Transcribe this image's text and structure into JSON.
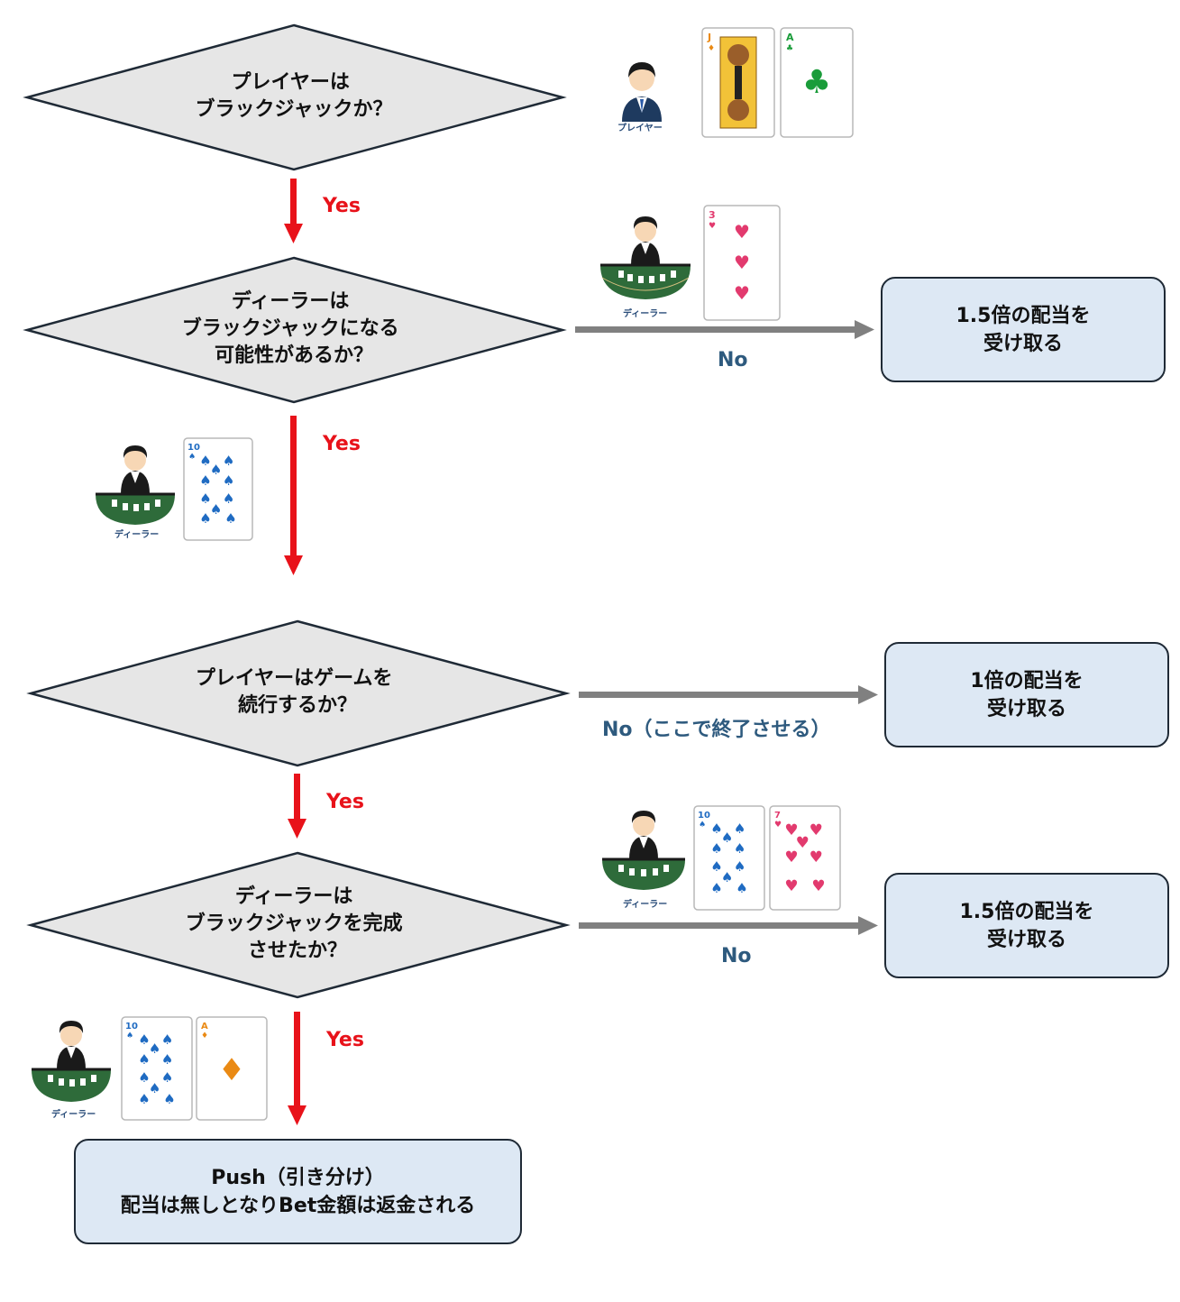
{
  "decisions": {
    "d1": {
      "lines": [
        "プレイヤーは",
        "ブラックジャックか？"
      ]
    },
    "d2": {
      "lines": [
        "ディーラーは",
        "ブラックジャックになる",
        "可能性があるか？"
      ]
    },
    "d3": {
      "lines": [
        "プレイヤーはゲームを",
        "続行するか？"
      ]
    },
    "d4": {
      "lines": [
        "ディーラーは",
        "ブラックジャックを完成",
        "させたか？"
      ]
    }
  },
  "outcomes": {
    "o1": {
      "lines": [
        "1.5倍の配当を",
        "受け取る"
      ]
    },
    "o2": {
      "lines": [
        "1倍の配当を",
        "受け取る"
      ]
    },
    "o3": {
      "lines": [
        "1.5倍の配当を",
        "受け取る"
      ]
    },
    "o4": {
      "lines": [
        "Push（引き分け）",
        "配当は無しとなりBet金額は返金される"
      ]
    }
  },
  "edge_labels": {
    "yes1": "Yes",
    "yes2": "Yes",
    "yes3": "Yes",
    "yes4": "Yes",
    "no1": "No",
    "no2": "No（ここで終了させる）",
    "no3": "No"
  },
  "captions": {
    "player": "プレイヤー",
    "dealer1": "ディーラー",
    "dealer2": "ディーラー",
    "dealer3": "ディーラー",
    "dealer4": "ディーラー"
  },
  "cards": {
    "c1": {
      "rank": "J",
      "suit": "♦"
    },
    "c2": {
      "rank": "A",
      "suit": "♣"
    },
    "c3": {
      "rank": "3",
      "suit": "♥"
    },
    "c4": {
      "rank": "10",
      "suit": "♠"
    },
    "c5": {
      "rank": "10",
      "suit": "♠"
    },
    "c6": {
      "rank": "7",
      "suit": "♥"
    },
    "c7": {
      "rank": "10",
      "suit": "♠"
    },
    "c8": {
      "rank": "A",
      "suit": "♦"
    }
  },
  "colors": {
    "yes_arrow": "#e8121a",
    "no_arrow": "#808080",
    "diamond_fill": "#e6e6e6",
    "box_fill": "#dde8f4",
    "yes_text": "#e8121a",
    "no_text": "#2e5a7e",
    "heart": "#e23a6e",
    "spade": "#1f6bc2",
    "club": "#1a9c3a",
    "orange": "#ea8a14",
    "felt": "#2e6b3a"
  },
  "icons": [
    "player-person-icon",
    "dealer-table-icon",
    "playing-card-icon"
  ]
}
